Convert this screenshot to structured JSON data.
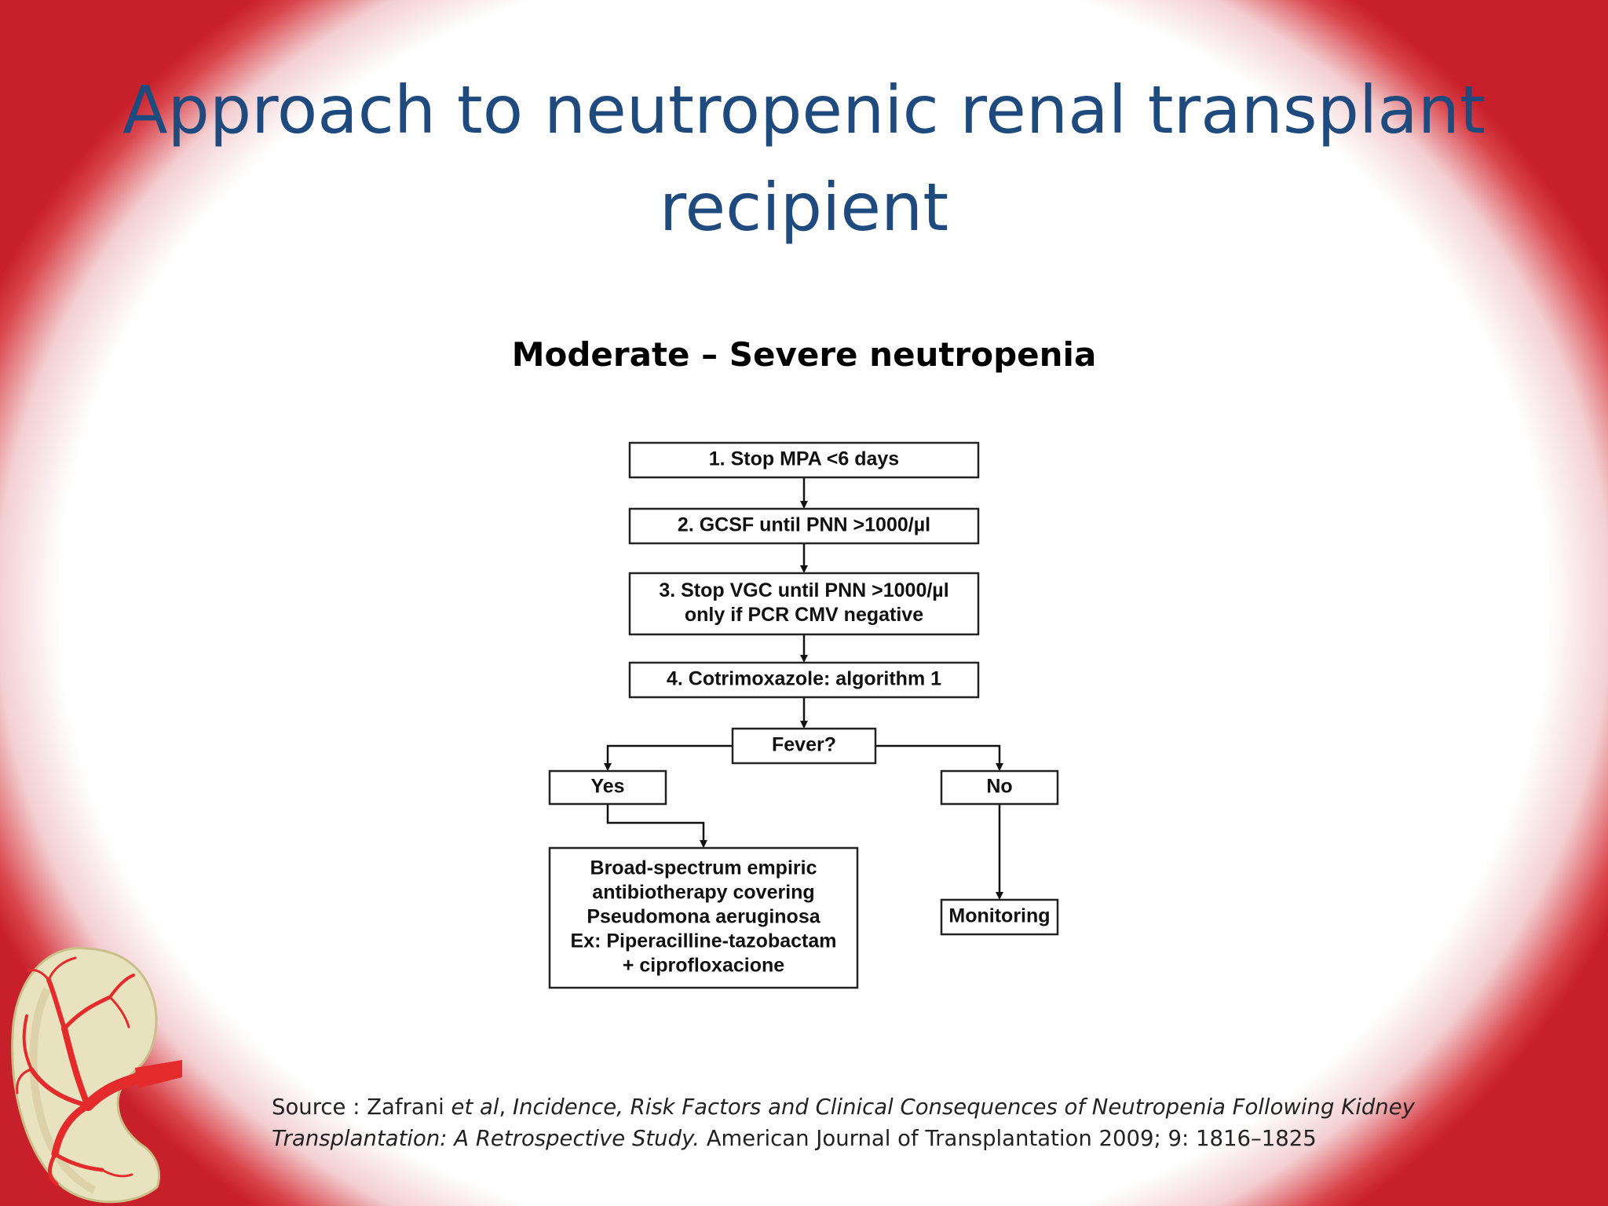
{
  "slide": {
    "title": "Approach to neutropenic renal transplant recipient",
    "subtitle": "Moderate – Severe neutropenia"
  },
  "flowchart": {
    "nodes": [
      {
        "id": "step1",
        "lines": [
          "1. Stop MPA <6 days"
        ]
      },
      {
        "id": "step2",
        "lines": [
          "2. GCSF until PNN >1000/µl"
        ]
      },
      {
        "id": "step3",
        "lines": [
          "3. Stop VGC until PNN >1000/µl",
          "only if PCR CMV negative"
        ]
      },
      {
        "id": "step4",
        "lines": [
          "4. Cotrimoxazole: algorithm 1"
        ]
      },
      {
        "id": "fever",
        "lines": [
          "Fever?"
        ]
      },
      {
        "id": "yes",
        "lines": [
          "Yes"
        ]
      },
      {
        "id": "no",
        "lines": [
          "No"
        ]
      },
      {
        "id": "treatment",
        "lines": [
          "Broad-spectrum empiric",
          "antibiotherapy covering",
          "Pseudomona aeruginosa",
          "Ex: Piperacilline-tazobactam",
          "+ ciprofloxacione"
        ]
      },
      {
        "id": "monitoring",
        "lines": [
          "Monitoring"
        ]
      }
    ],
    "edges": [
      {
        "from": "step1",
        "to": "step2"
      },
      {
        "from": "step2",
        "to": "step3"
      },
      {
        "from": "step3",
        "to": "step4"
      },
      {
        "from": "step4",
        "to": "fever"
      },
      {
        "from": "fever",
        "to": "yes"
      },
      {
        "from": "fever",
        "to": "no"
      },
      {
        "from": "yes",
        "to": "treatment"
      },
      {
        "from": "no",
        "to": "monitoring"
      }
    ]
  },
  "source": {
    "prefix": "Source : Zafrani ",
    "authors_italic": "et al",
    "separator": ", ",
    "title_italic": "Incidence, Risk Factors and Clinical Consequences of Neutropenia Following Kidney Transplantation: A Retrospective Study.",
    "citation": " American Journal of Transplantation 2009; 9: 1816–1825"
  },
  "colors": {
    "title": "#1f4a7d",
    "frame_red": "#c8202a",
    "kidney_artery": "#e32b2b",
    "kidney_tissue": "#e8e2bf"
  },
  "icons": [
    "kidney-illustration"
  ]
}
